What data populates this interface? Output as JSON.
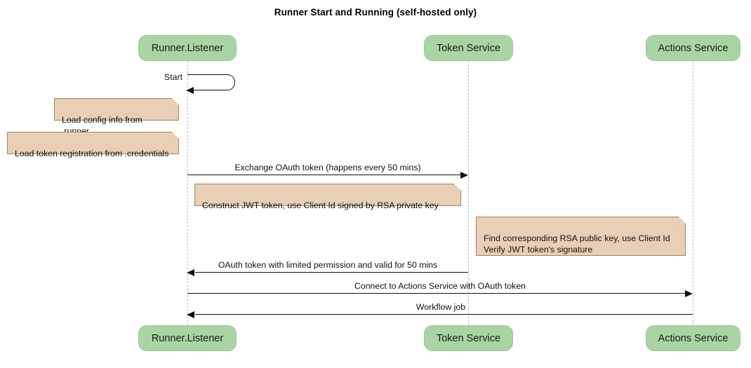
{
  "diagram": {
    "type": "sequence-diagram",
    "title": "Runner Start and Running (self-hosted only)",
    "colors": {
      "participant_fill": "#a9d5a5",
      "participant_border": "#9cc798",
      "note_fill": "#e8cfb5",
      "note_border": "#a08563",
      "lifeline": "#bdbdbd",
      "line": "#111111",
      "background": "#ffffff"
    },
    "participants": [
      {
        "id": "runner",
        "label": "Runner.Listener"
      },
      {
        "id": "token",
        "label": "Token Service"
      },
      {
        "id": "actions",
        "label": "Actions Service"
      }
    ],
    "messages": [
      {
        "id": "m1",
        "label": "Start",
        "from": "runner",
        "to": "runner",
        "kind": "self"
      },
      {
        "id": "m2",
        "label": "Exchange OAuth token (happens every 50 mins)",
        "from": "runner",
        "to": "token",
        "kind": "sync",
        "direction": "right"
      },
      {
        "id": "m3",
        "label": "OAuth token with limited permission and valid for 50 mins",
        "from": "token",
        "to": "runner",
        "kind": "return",
        "direction": "left"
      },
      {
        "id": "m4",
        "label": "Connect to Actions Service with OAuth token",
        "from": "runner",
        "to": "actions",
        "kind": "sync",
        "direction": "right"
      },
      {
        "id": "m5",
        "label": "Workflow job",
        "from": "actions",
        "to": "runner",
        "kind": "return",
        "direction": "left"
      }
    ],
    "notes": [
      {
        "id": "n1",
        "text": "Load config info from .runner",
        "attached_to": "runner"
      },
      {
        "id": "n2",
        "text": "Load token registration from .credentials",
        "attached_to": "runner"
      },
      {
        "id": "n3",
        "text": "Construct JWT token, use Client Id signed by RSA private key",
        "attached_to": "runner"
      },
      {
        "id": "n4",
        "text": "Find corresponding RSA public key, use Client Id\nVerify JWT token's signature",
        "attached_to": "token"
      }
    ]
  }
}
